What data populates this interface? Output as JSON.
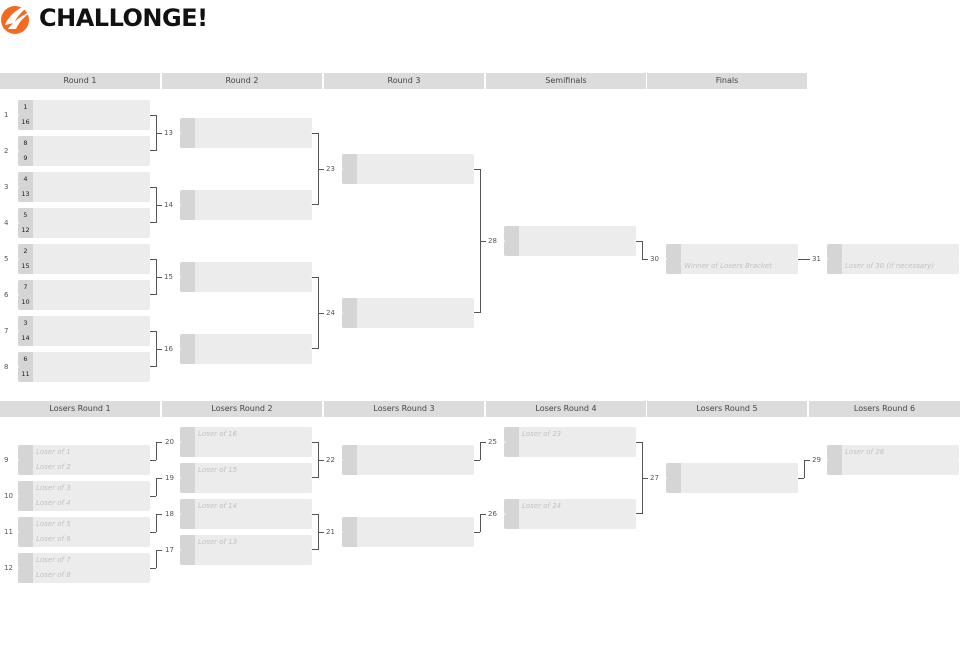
{
  "app": {
    "logo_text": "CHALLONGE!",
    "accent": "#f26b21"
  },
  "winners": {
    "headers": [
      "Round 1",
      "Round 2",
      "Round 3",
      "Semifinals",
      "Finals"
    ],
    "round1": [
      {
        "num": "1",
        "seeds": [
          "1",
          "16"
        ]
      },
      {
        "num": "2",
        "seeds": [
          "8",
          "9"
        ]
      },
      {
        "num": "3",
        "seeds": [
          "4",
          "13"
        ]
      },
      {
        "num": "4",
        "seeds": [
          "5",
          "12"
        ]
      },
      {
        "num": "5",
        "seeds": [
          "2",
          "15"
        ]
      },
      {
        "num": "6",
        "seeds": [
          "7",
          "10"
        ]
      },
      {
        "num": "7",
        "seeds": [
          "3",
          "14"
        ]
      },
      {
        "num": "8",
        "seeds": [
          "6",
          "11"
        ]
      }
    ],
    "round2_nums": [
      "13",
      "14",
      "15",
      "16"
    ],
    "round3_nums": [
      "23",
      "24"
    ],
    "semifinal_num": "28",
    "finals": [
      {
        "num": "30",
        "slots": [
          "",
          "Winner of Losers Bracket"
        ]
      },
      {
        "num": "31",
        "slots": [
          "",
          "Loser of 30 (if necessary)"
        ]
      }
    ]
  },
  "losers": {
    "headers": [
      "Losers Round 1",
      "Losers Round 2",
      "Losers Round 3",
      "Losers Round 4",
      "Losers Round 5",
      "Losers Round 6"
    ],
    "round1": [
      {
        "num": "9",
        "slots": [
          "Loser of 1",
          "Loser of 2"
        ]
      },
      {
        "num": "10",
        "slots": [
          "Loser of 3",
          "Loser of 4"
        ]
      },
      {
        "num": "11",
        "slots": [
          "Loser of 5",
          "Loser of 6"
        ]
      },
      {
        "num": "12",
        "slots": [
          "Loser of 7",
          "Loser of 8"
        ]
      }
    ],
    "round2": [
      {
        "num": "20",
        "slots": [
          "Loser of 16",
          ""
        ]
      },
      {
        "num": "19",
        "slots": [
          "Loser of 15",
          ""
        ]
      },
      {
        "num": "18",
        "slots": [
          "Loser of 14",
          ""
        ]
      },
      {
        "num": "17",
        "slots": [
          "Loser of 13",
          ""
        ]
      }
    ],
    "round3_nums": [
      "22",
      "21"
    ],
    "round4": [
      {
        "num": "25",
        "slots": [
          "Loser of 23",
          ""
        ]
      },
      {
        "num": "26",
        "slots": [
          "Loser of 24",
          ""
        ]
      }
    ],
    "round5_num": "27",
    "round6": {
      "num": "29",
      "slots": [
        "Loser of 28",
        ""
      ]
    }
  }
}
